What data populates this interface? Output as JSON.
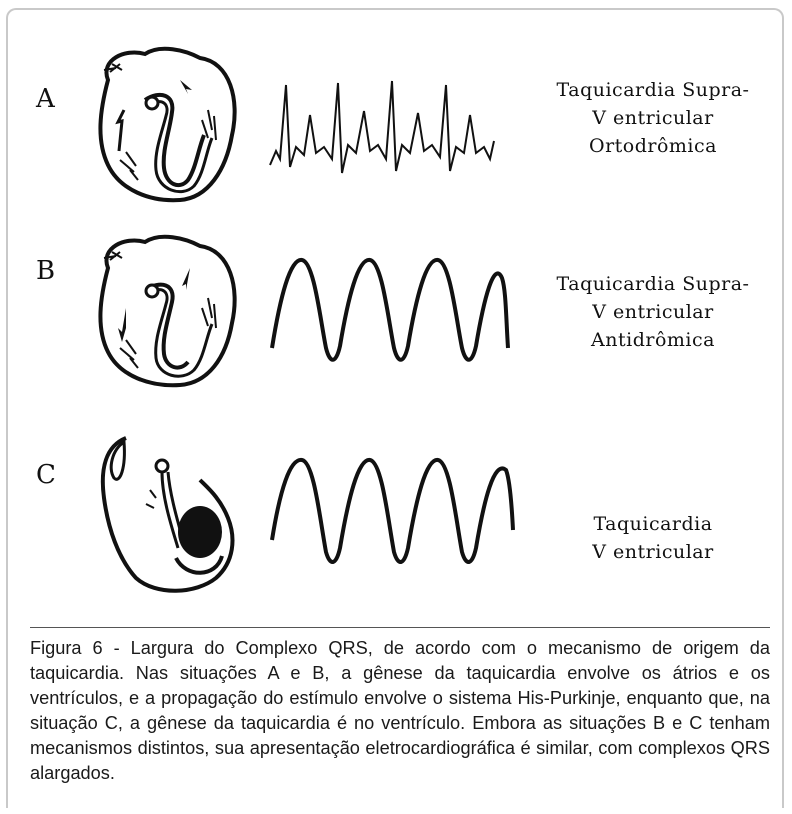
{
  "rows": [
    {
      "letter": "A",
      "label": [
        "Taquicardia Supra-",
        "V entricular",
        "Ortodrômica"
      ]
    },
    {
      "letter": "B",
      "label": [
        "Taquicardia Supra-",
        "V entricular",
        "Antidrômica"
      ]
    },
    {
      "letter": "C",
      "label": [
        "Taquicardia",
        "V entricular"
      ]
    }
  ],
  "caption": "Figura 6 - Largura do Complexo QRS, de acordo com o mecanismo de origem da taquicardia. Nas situações A e B, a gênese da taquicardia envolve os átrios e os ventrículos, e a propagação do estímulo envolve o sistema His-Purkinje, enquanto que, na situação C, a gênese da taquicardia é no ventrículo. Embora as situações B e C tenham mecanismos distintos, sua apresentação eletrocardiográfica é similar, com complexos QRS alargados."
}
